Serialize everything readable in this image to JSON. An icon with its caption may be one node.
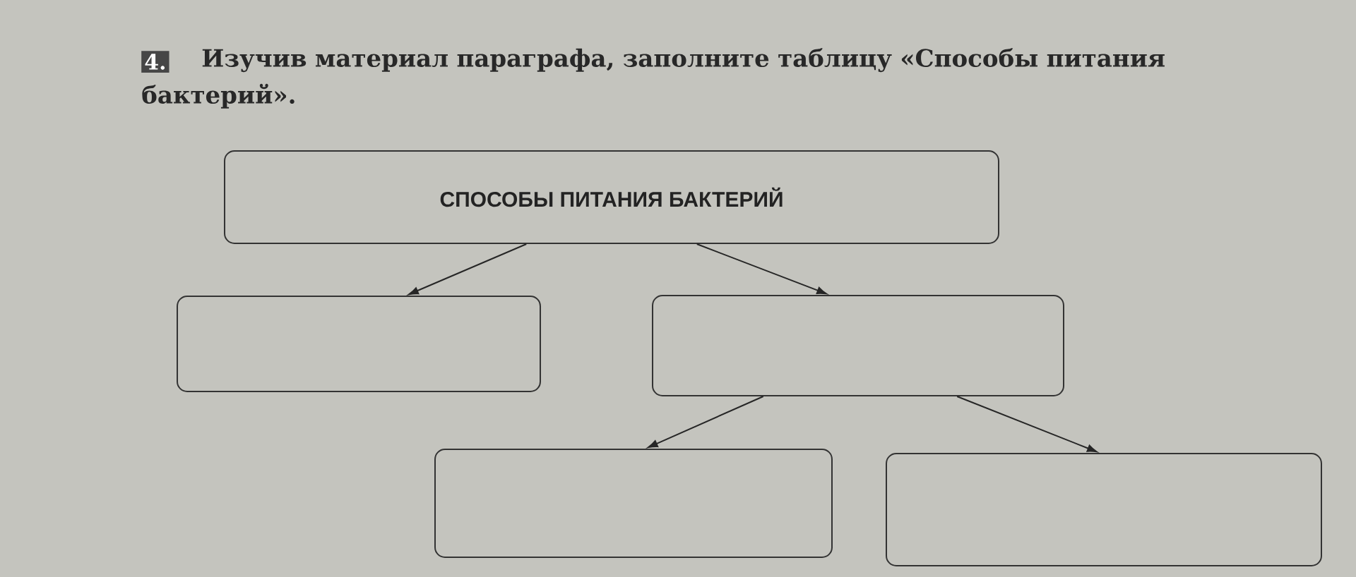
{
  "diagram": {
    "title": "Изучив материал параграфа, заполните таблицу «Способы питания бактерий».",
    "nodes": [
      {
        "text": [
          "СПОСОБЫ ПИТАНИЯ БАКТЕРИЙ"
        ]
      },
      {
        "text": [],
        "shape": "box"
      },
      {
        "text": [],
        "shape": "box"
      },
      {
        "text": [],
        "shape": "box"
      },
      {
        "text": [],
        "shape": "box"
      }
    ],
    "edges": [
      {
        "from": 0,
        "to": 1,
        "arrow": "to"
      },
      {
        "from": 0,
        "to": 2,
        "arrow": "to"
      },
      {
        "from": 2,
        "to": 3,
        "arrow": "to"
      },
      {
        "from": 2,
        "to": 4,
        "arrow": "to"
      }
    ],
    "labels": [
      "4."
    ]
  }
}
